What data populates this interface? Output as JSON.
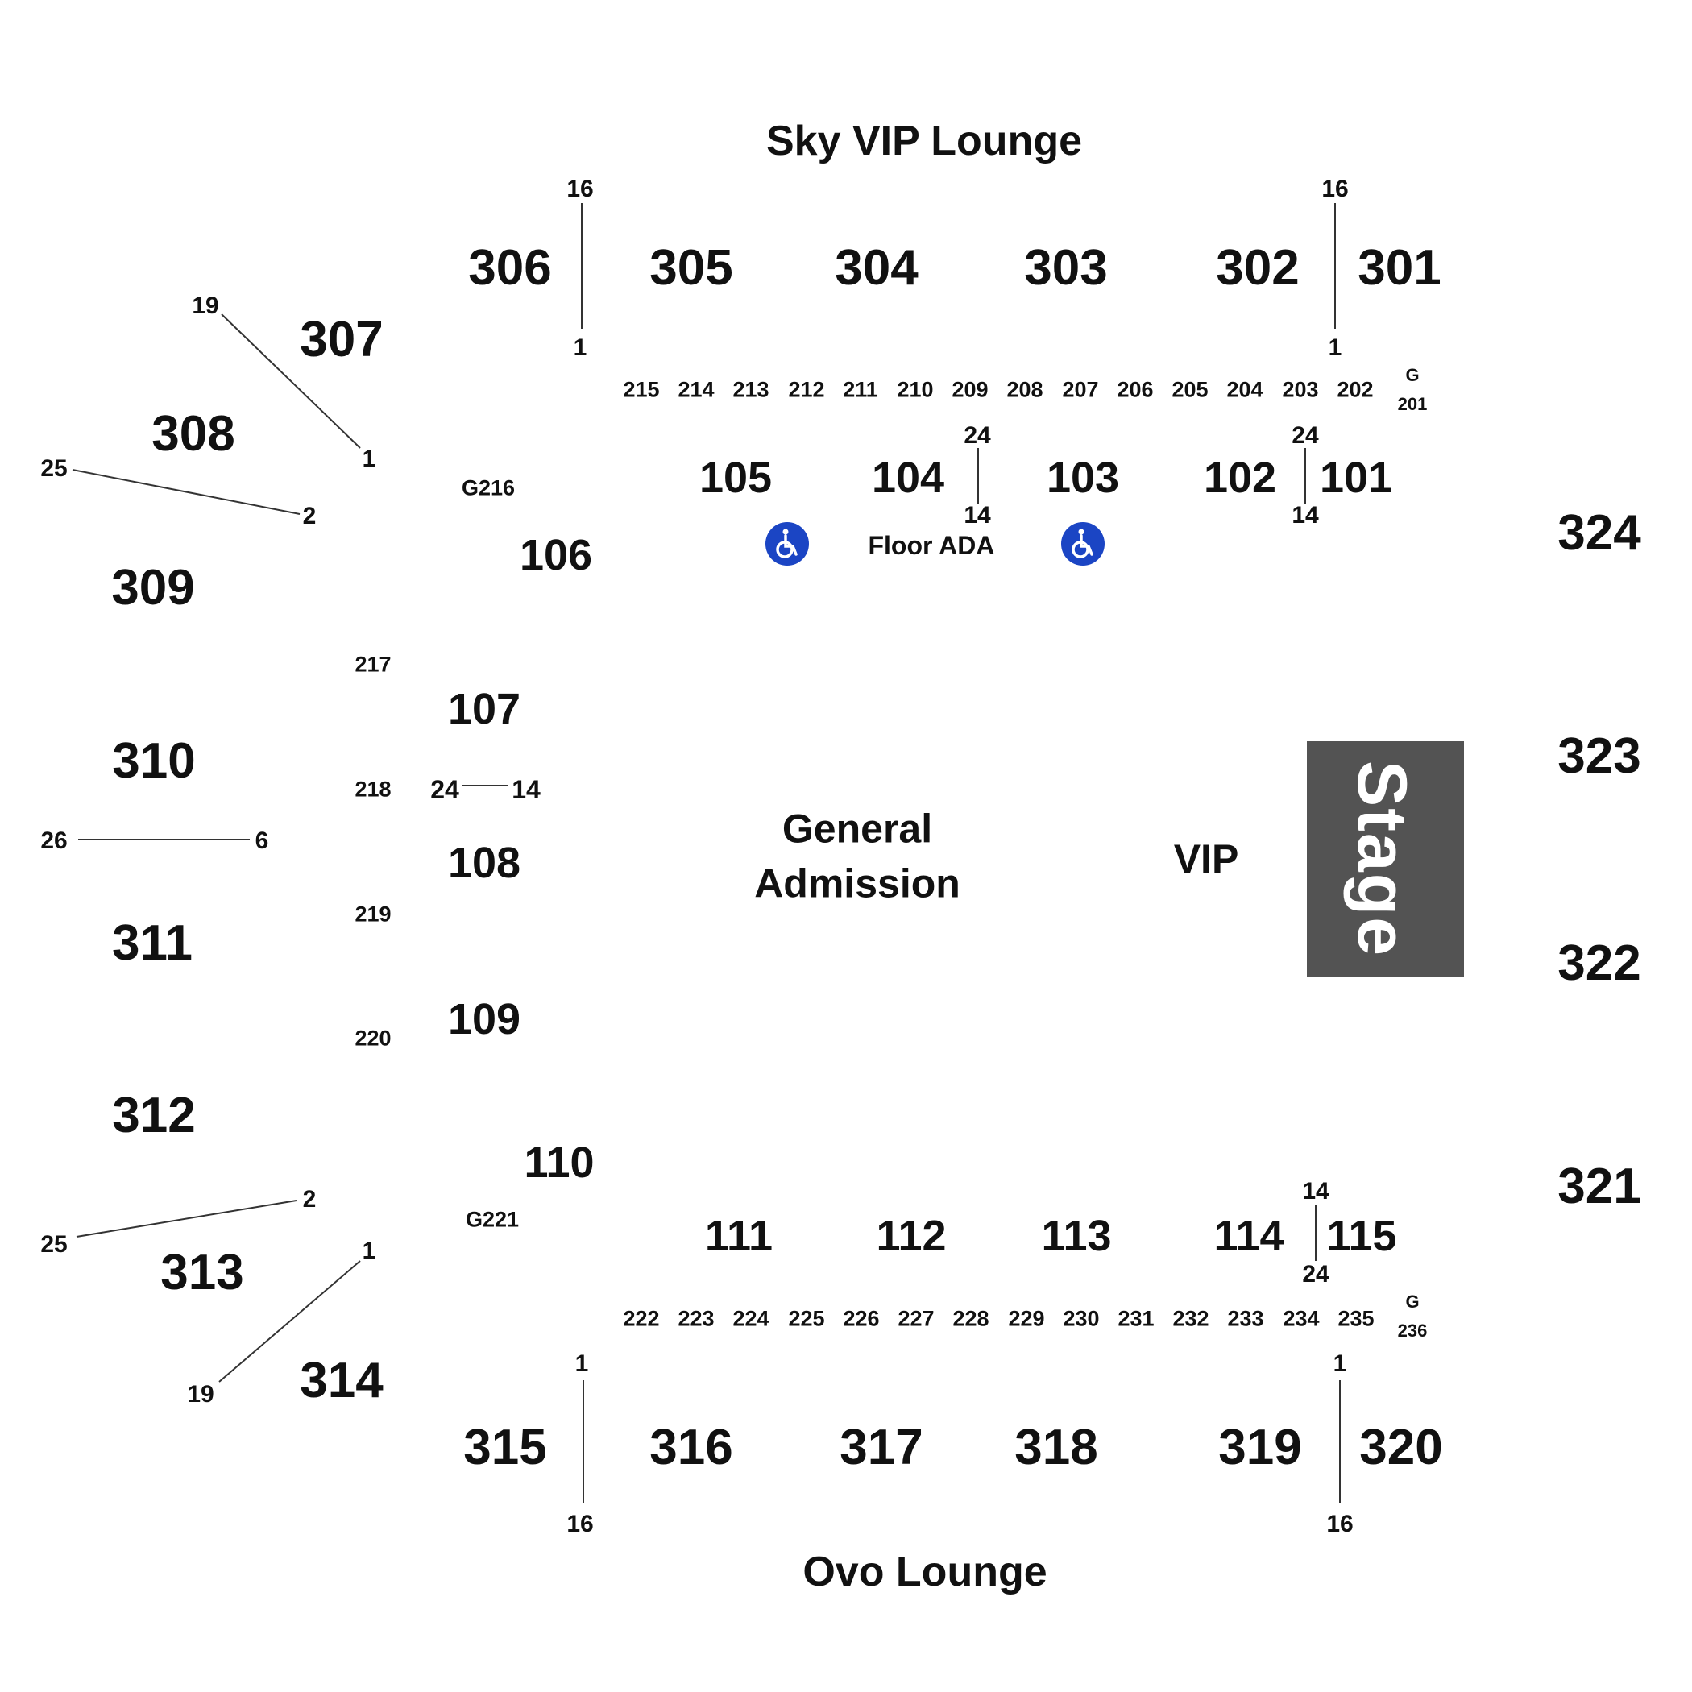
{
  "titles": {
    "top_lounge": "Sky VIP Lounge",
    "bottom_lounge": "Ovo Lounge",
    "general_admission_line1": "General",
    "general_admission_line2": "Admission",
    "vip": "VIP",
    "stage": "Stage",
    "floor_ada": "Floor ADA"
  },
  "sections_300": [
    "301",
    "302",
    "303",
    "304",
    "305",
    "306",
    "307",
    "308",
    "309",
    "310",
    "311",
    "312",
    "313",
    "314",
    "315",
    "316",
    "317",
    "318",
    "319",
    "320",
    "321",
    "322",
    "323",
    "324"
  ],
  "sections_200_top": [
    "215",
    "214",
    "213",
    "212",
    "211",
    "210",
    "209",
    "208",
    "207",
    "206",
    "205",
    "204",
    "203",
    "202"
  ],
  "sections_200_bottom": [
    "222",
    "223",
    "224",
    "225",
    "226",
    "227",
    "228",
    "229",
    "230",
    "231",
    "232",
    "233",
    "234",
    "235"
  ],
  "sections_200_side": [
    "217",
    "218",
    "219",
    "220"
  ],
  "gates": {
    "g201_top": "G",
    "g201_bottom": "201",
    "g236_top": "G",
    "g236_bottom": "236",
    "g216": "G216",
    "g221": "G221"
  },
  "sections_100": [
    "101",
    "102",
    "103",
    "104",
    "105",
    "106",
    "107",
    "108",
    "109",
    "110",
    "111",
    "112",
    "113",
    "114",
    "115"
  ],
  "row_markers": [
    "16",
    "1",
    "16",
    "1",
    "19",
    "1",
    "25",
    "2",
    "24",
    "14",
    "24",
    "14",
    "24",
    "14",
    "26",
    "6",
    "25",
    "2",
    "1",
    "19",
    "14",
    "24",
    "1",
    "16",
    "1",
    "16"
  ],
  "icons": {
    "ada_left": "wheelchair-icon",
    "ada_right": "wheelchair-icon",
    "ada_color": "#1b45c4",
    "stage_color": "#535353"
  }
}
